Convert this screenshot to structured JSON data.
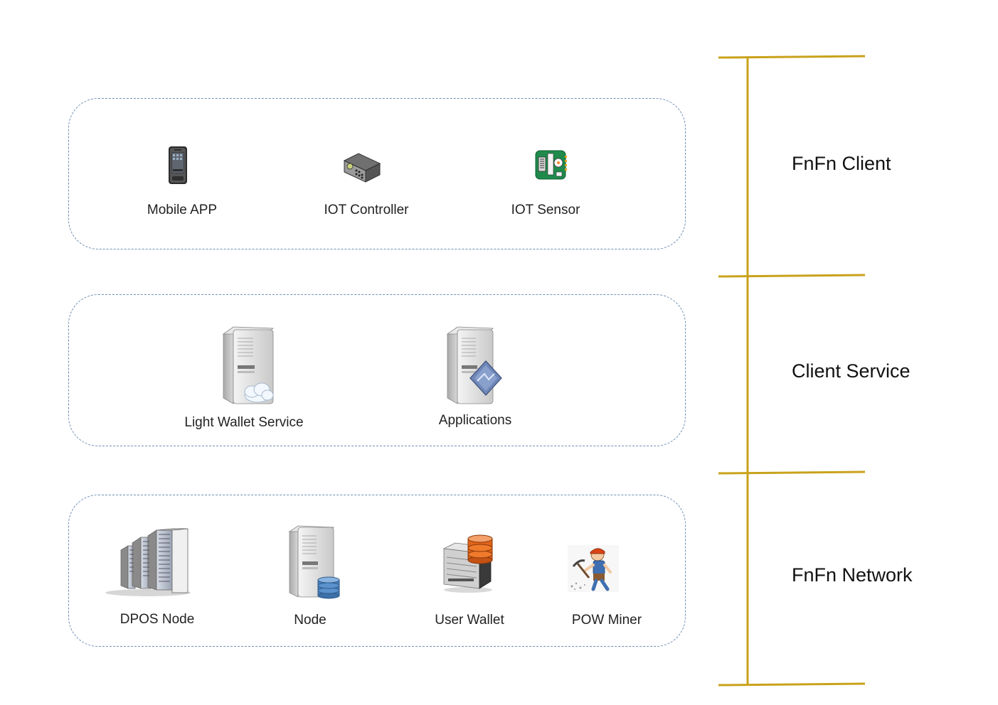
{
  "tiers": [
    {
      "label": "FnFn Client",
      "nodes": [
        {
          "label": "Mobile APP",
          "icon": "mobile-phone-icon"
        },
        {
          "label": "IOT Controller",
          "icon": "iot-controller-icon"
        },
        {
          "label": "IOT Sensor",
          "icon": "iot-sensor-icon"
        }
      ]
    },
    {
      "label": "Client Service",
      "nodes": [
        {
          "label": "Light Wallet Service",
          "icon": "server-cloud-icon"
        },
        {
          "label": "Applications",
          "icon": "server-app-icon"
        }
      ]
    },
    {
      "label": "FnFn Network",
      "nodes": [
        {
          "label": "DPOS Node",
          "icon": "server-rack-icon"
        },
        {
          "label": "Node",
          "icon": "server-database-icon"
        },
        {
          "label": "User Wallet",
          "icon": "wallet-server-icon"
        },
        {
          "label": "POW Miner",
          "icon": "miner-icon"
        }
      ]
    }
  ],
  "colors": {
    "axis": "#c9a21b",
    "group_border": "#6f8fb4"
  }
}
